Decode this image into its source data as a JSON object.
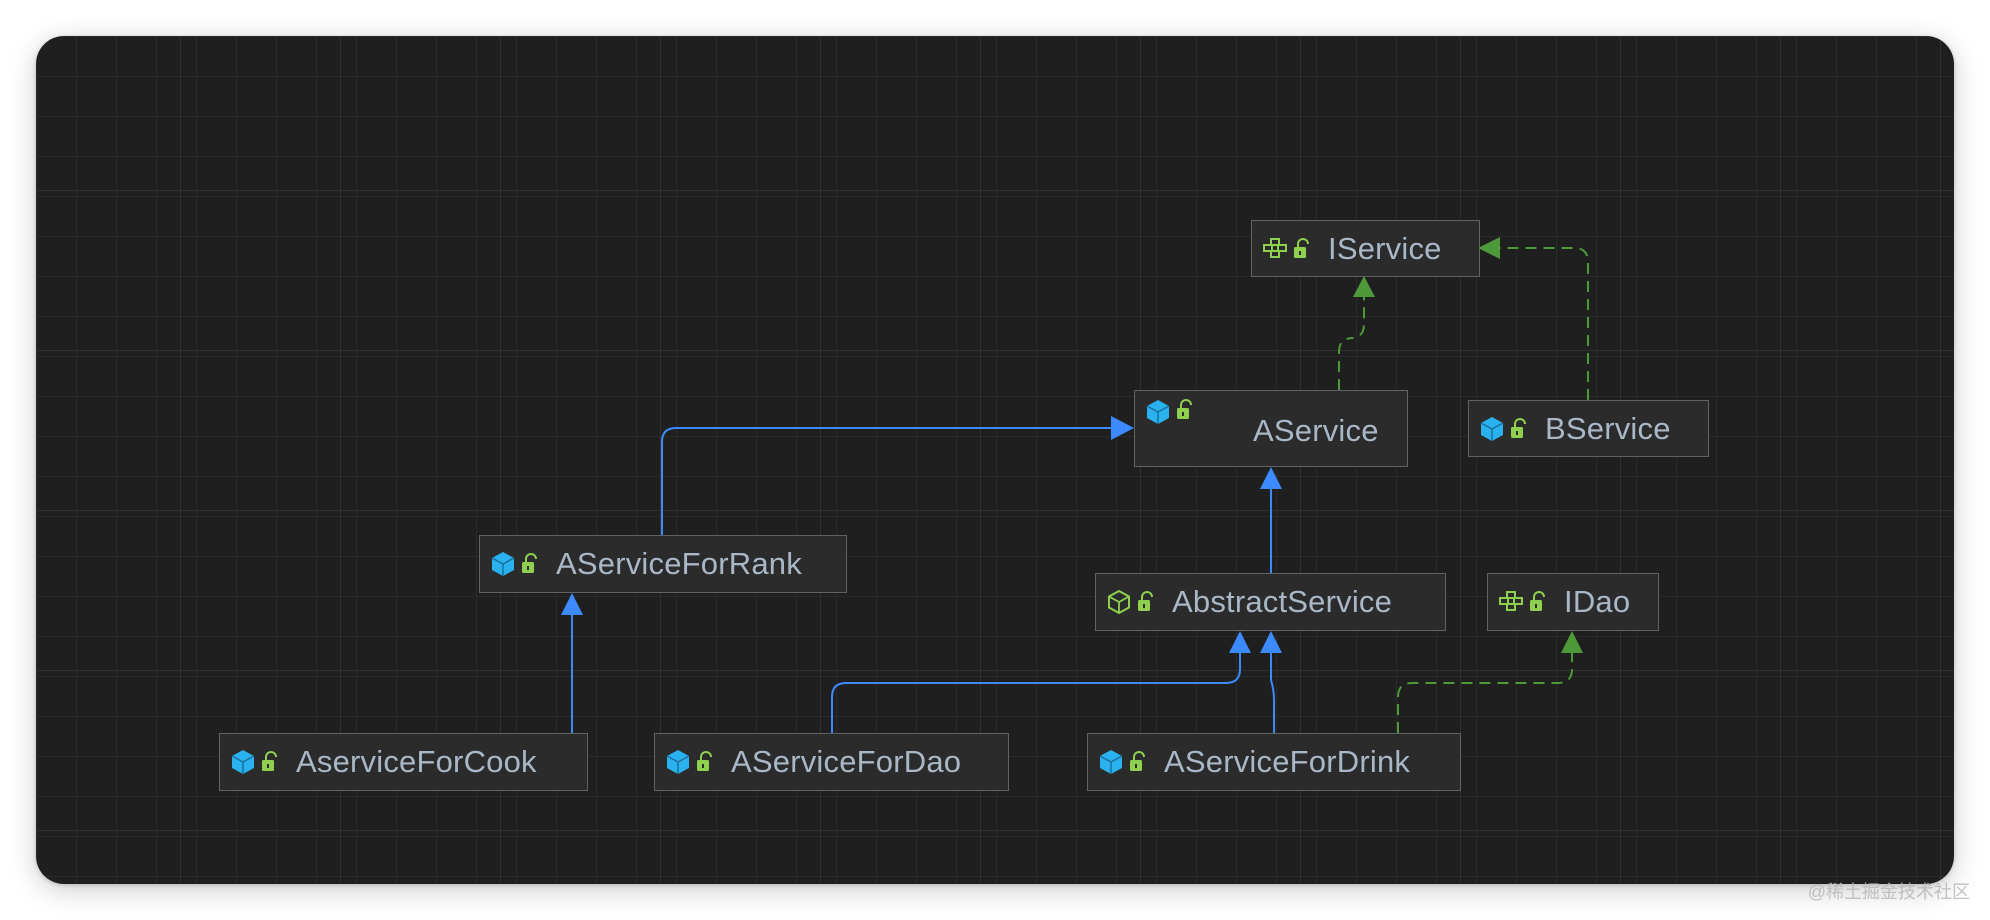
{
  "colors": {
    "background": "#1f1f1f",
    "node_fill": "#2b2b2b",
    "node_border": "#5f6266",
    "label_text": "#a9b7c6",
    "extends_edge": "#3d8aff",
    "implements_edge": "#4e9a3a",
    "class_icon": "#2ab2f0",
    "interface_icon": "#8fd14f",
    "lock_icon": "#8fd14f"
  },
  "nodes": {
    "iservice": {
      "label": "IService",
      "kind": "interface",
      "icon": "interface-icon"
    },
    "aservice": {
      "label": "AService",
      "kind": "class",
      "icon": "class-icon"
    },
    "bservice": {
      "label": "BService",
      "kind": "class",
      "icon": "class-icon"
    },
    "aservice_for_rank": {
      "label": "AServiceForRank",
      "kind": "class",
      "icon": "class-icon"
    },
    "abstract_service": {
      "label": "AbstractService",
      "kind": "abstract-class",
      "icon": "abstract-class-icon"
    },
    "idao": {
      "label": "IDao",
      "kind": "interface",
      "icon": "interface-icon"
    },
    "aservice_for_cook": {
      "label": "AserviceForCook",
      "kind": "class",
      "icon": "class-icon"
    },
    "aservice_for_dao": {
      "label": "AServiceForDao",
      "kind": "class",
      "icon": "class-icon"
    },
    "aservice_for_drink": {
      "label": "AServiceForDrink",
      "kind": "class",
      "icon": "class-icon"
    }
  },
  "edges": [
    {
      "from": "AService",
      "to": "IService",
      "relation": "implements",
      "style": "dashed"
    },
    {
      "from": "BService",
      "to": "IService",
      "relation": "implements",
      "style": "dashed"
    },
    {
      "from": "AServiceForRank",
      "to": "AService",
      "relation": "extends",
      "style": "solid"
    },
    {
      "from": "AbstractService",
      "to": "AService",
      "relation": "extends",
      "style": "solid"
    },
    {
      "from": "AserviceForCook",
      "to": "AServiceForRank",
      "relation": "extends",
      "style": "solid"
    },
    {
      "from": "AServiceForDao",
      "to": "AbstractService",
      "relation": "extends",
      "style": "solid"
    },
    {
      "from": "AServiceForDrink",
      "to": "AbstractService",
      "relation": "extends",
      "style": "solid"
    },
    {
      "from": "AServiceForDrink",
      "to": "IDao",
      "relation": "implements",
      "style": "dashed"
    }
  ],
  "watermark": "@稀土掘金技术社区"
}
